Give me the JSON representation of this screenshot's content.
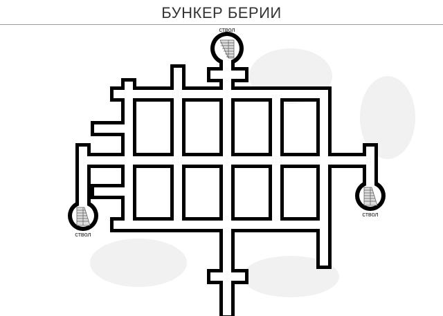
{
  "title": "БУНКЕР БЕРИИ",
  "labels": {
    "shaft_top": "ствол",
    "shaft_left": "ствол",
    "shaft_right": "ствол"
  },
  "colors": {
    "wall": "#000000",
    "corridor": "#ffffff",
    "watermark": "#f0f0f0",
    "title_text": "#333333",
    "rule": "#9a9a9a"
  }
}
